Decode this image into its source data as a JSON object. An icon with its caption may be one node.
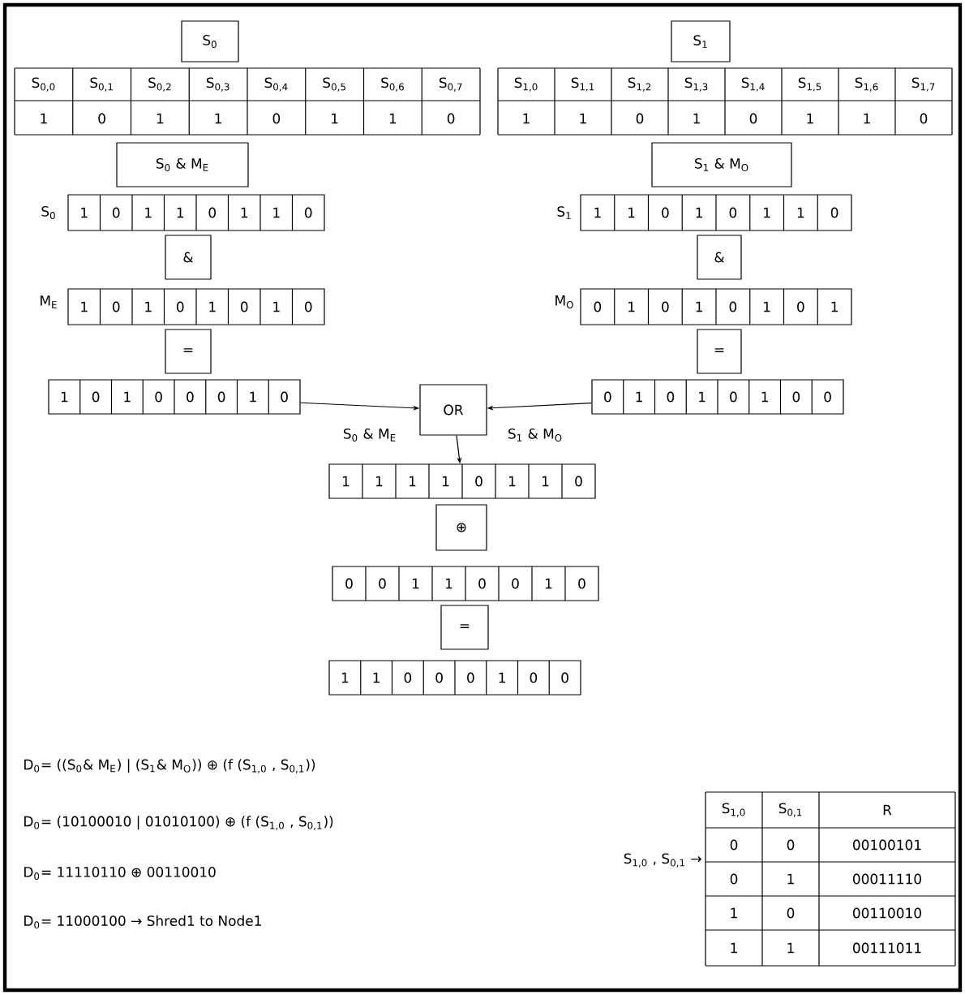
{
  "diagram": {
    "nodes": [
      {
        "text": [
          "S$_{0}$"
        ]
      },
      {
        "text": [
          "S$_{1}$"
        ]
      },
      {
        "text": [
          "S$_{0}$ & M$_{E}$"
        ]
      },
      {
        "text": [
          "1",
          "0",
          "1",
          "1",
          "0",
          "1",
          "1",
          "0"
        ],
        "beside": [
          "S$_{0}$"
        ]
      },
      {
        "text": [
          "&"
        ]
      },
      {
        "text": [
          "1",
          "0",
          "1",
          "0",
          "1",
          "0",
          "1",
          "0"
        ],
        "beside": [
          "M$_{E}$"
        ]
      },
      {
        "text": [
          "="
        ]
      },
      {
        "text": [
          "S$_{1}$ & M$_{O}$"
        ]
      },
      {
        "text": [
          "1",
          "1",
          "0",
          "1",
          "0",
          "1",
          "1",
          "0"
        ],
        "beside": [
          "S$_{1}$"
        ]
      },
      {
        "text": [
          "&"
        ]
      },
      {
        "text": [
          "0",
          "1",
          "0",
          "1",
          "0",
          "1",
          "0",
          "1"
        ],
        "beside": [
          "M$_{O}$"
        ]
      },
      {
        "text": [
          "="
        ]
      },
      {
        "text": [
          "1",
          "0",
          "1",
          "0",
          "0",
          "0",
          "1",
          "0"
        ]
      },
      {
        "text": [
          "0",
          "1",
          "0",
          "1",
          "0",
          "1",
          "0",
          "0"
        ]
      },
      {
        "text": [
          "OR"
        ]
      },
      {
        "text": [
          "1",
          "1",
          "1",
          "1",
          "0",
          "1",
          "1",
          "0"
        ]
      },
      {
        "text": [
          "⊕"
        ]
      },
      {
        "text": [
          "0",
          "0",
          "1",
          "1",
          "0",
          "0",
          "1",
          "0"
        ]
      },
      {
        "text": [
          "="
        ]
      },
      {
        "text": [
          "1",
          "1",
          "0",
          "0",
          "0",
          "1",
          "0",
          "0"
        ]
      }
    ],
    "edges": [
      {
        "from": 12,
        "to": 14,
        "arrow": "to",
        "label": "S$_{0}$ & M$_{E}$"
      },
      {
        "from": 13,
        "to": 14,
        "arrow": "to",
        "label": "S$_{1}$ & M$_{O}$"
      },
      {
        "from": 14,
        "to": 15,
        "arrow": "to"
      }
    ],
    "labels": [
      "S$_{0,0}$",
      "S$_{0,1}$",
      "S$_{0,2}$",
      "S$_{0,3}$",
      "S$_{0,4}$",
      "S$_{0,5}$",
      "S$_{0,6}$",
      "S$_{0,7}$",
      "1",
      "0",
      "1",
      "1",
      "0",
      "1",
      "1",
      "0",
      "S$_{1,0}$",
      "S$_{1,1}$",
      "S$_{1,2}$",
      "S$_{1,3}$",
      "S$_{1,4}$",
      "S$_{1,5}$",
      "S$_{1,6}$",
      "S$_{1,7}$",
      "1",
      "1",
      "0",
      "1",
      "0",
      "1",
      "1",
      "0",
      "D$_{0}$= ((S$_{0}$& M$_{E}$) | (S$_{1}$& M$_{O}$)) ⊕ (f (S$_{1,0}$ , S$_{0,1}$))",
      "D$_{0}$= (10100010 | 01010100) ⊕ (f (S$_{1,0}$ , S$_{0,1}$))",
      "D$_{0}$= 11110110 ⊕ 00110010",
      "D$_{0}$= 11000100 → Shred1 to Node1",
      "S$_{1,0}$ , S$_{0,1}$ →",
      "S$_{1,0}$",
      "S$_{0,1}$",
      "R",
      "0",
      "0",
      "00100101",
      "0",
      "1",
      "00011110",
      "1",
      "0",
      "00110010",
      "1",
      "1",
      "00111011"
    ]
  }
}
